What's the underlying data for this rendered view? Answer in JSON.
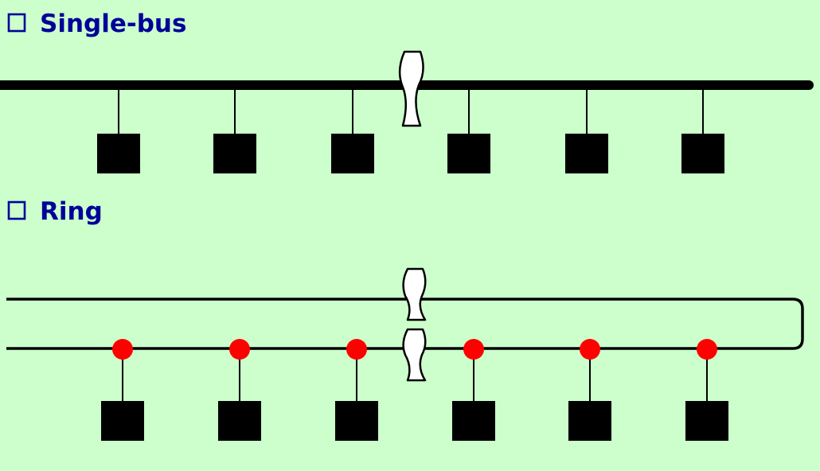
{
  "sections": {
    "bus": {
      "heading": "Single-bus",
      "node_count": 6
    },
    "ring": {
      "heading": "Ring",
      "node_count": 6
    }
  },
  "colors": {
    "background": "#ccffcc",
    "heading_text": "#000099",
    "line": "#000000",
    "node": "#000000",
    "tap": "#ff0000",
    "break_fill": "#ffffff"
  },
  "icons": {
    "bullet": "checkbox-outline-icon",
    "break": "wavy-break-icon",
    "station": "square-node-icon",
    "tap": "red-dot-icon"
  }
}
